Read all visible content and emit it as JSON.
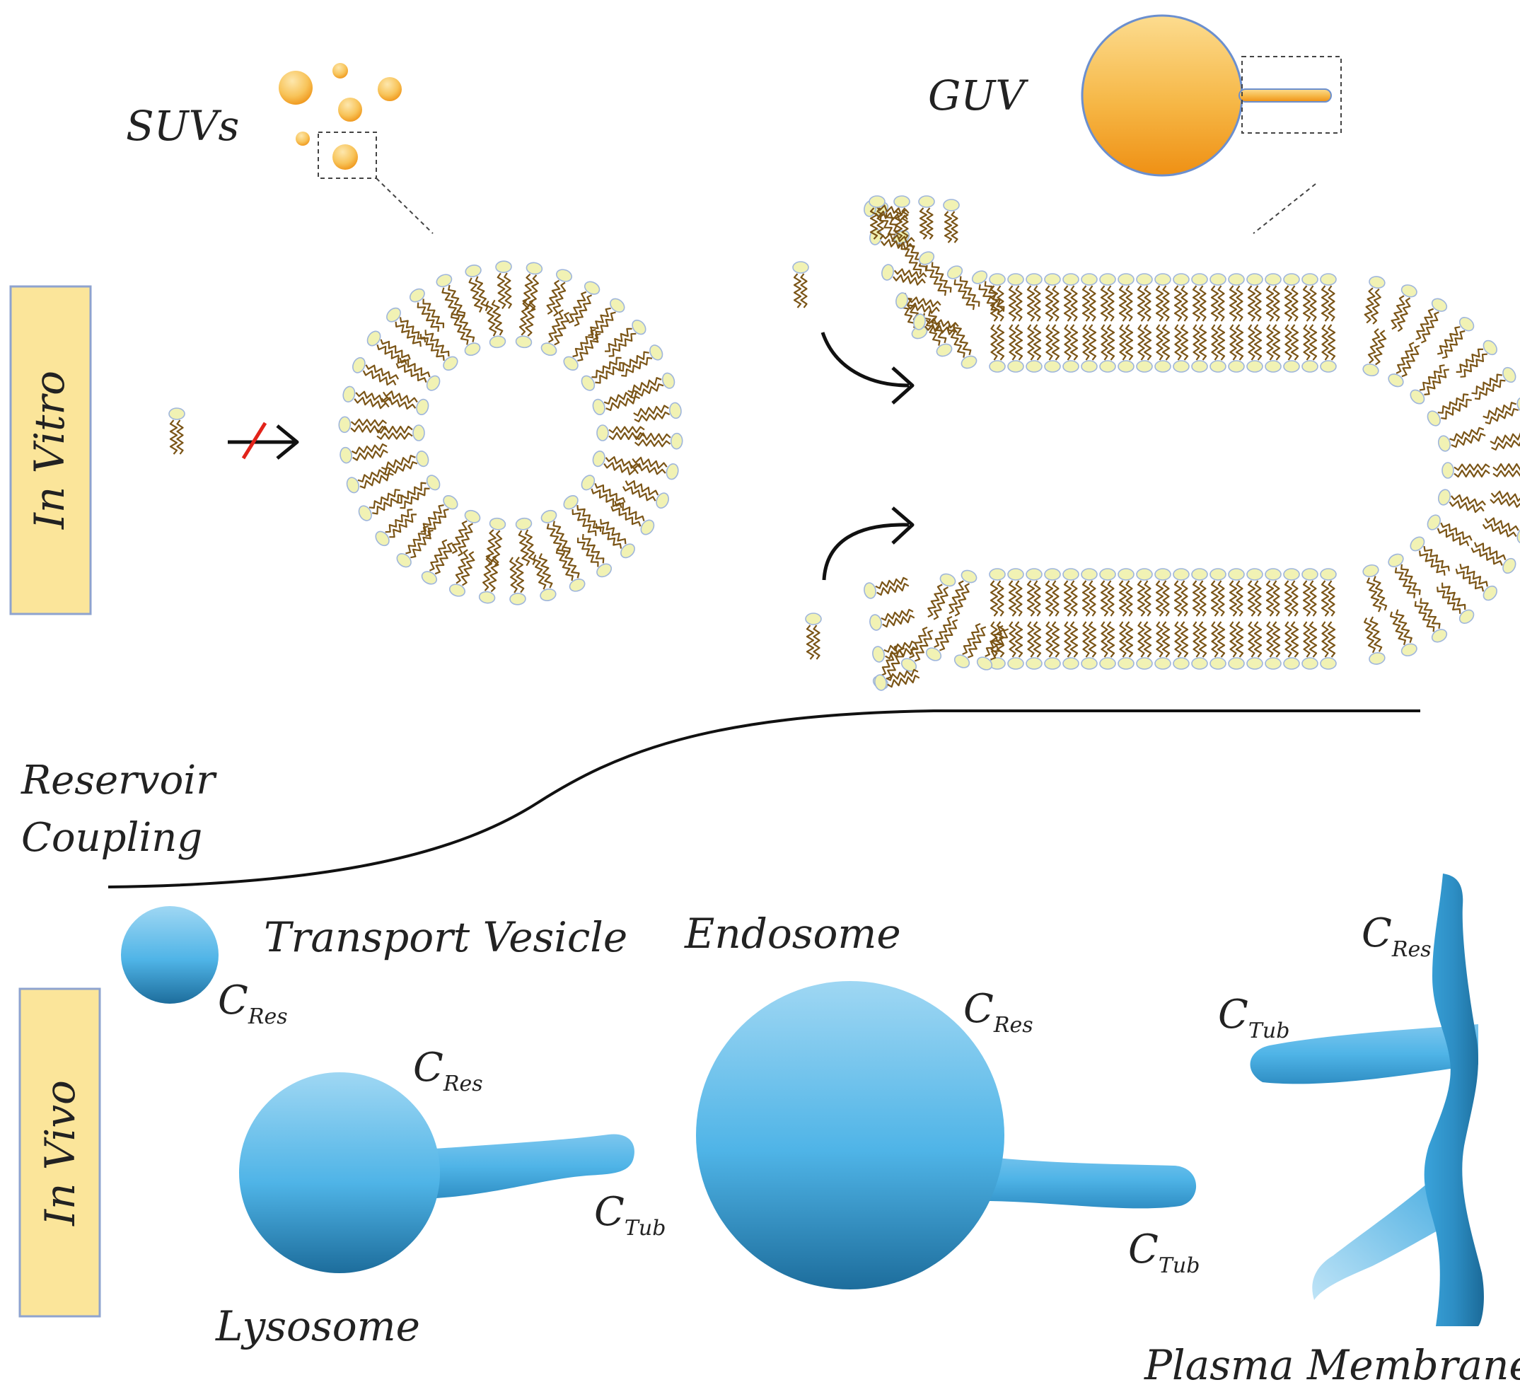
{
  "labels": {
    "in_vitro": "In Vitro",
    "in_vivo": "In Vivo",
    "suvs": "SUVs",
    "guv": "GUV",
    "reservoir_line1": "Reservoir",
    "reservoir_line2": "Coupling",
    "transport_vesicle": "Transport Vesicle",
    "endosome": "Endosome",
    "lysosome": "Lysosome",
    "plasma_membrane": "Plasma Membrane",
    "c_base": "C",
    "sub_res": "Res",
    "sub_tub": "Tub"
  },
  "colors": {
    "side_panel": "#fbe59a",
    "side_panel_border": "#8ea3cf",
    "vesicle_orange_light": "#fce3a0",
    "vesicle_orange_dark": "#f19b1a",
    "lipid_head": "#f1f2b4",
    "lipid_head_edge": "#9fb6dc",
    "lipid_tail": "#7a5416",
    "cell_blue_light": "#a6d9f4",
    "cell_blue": "#4fb3e6",
    "cell_blue_dark": "#1c6f9f",
    "blocked_mark": "#e2231a"
  }
}
